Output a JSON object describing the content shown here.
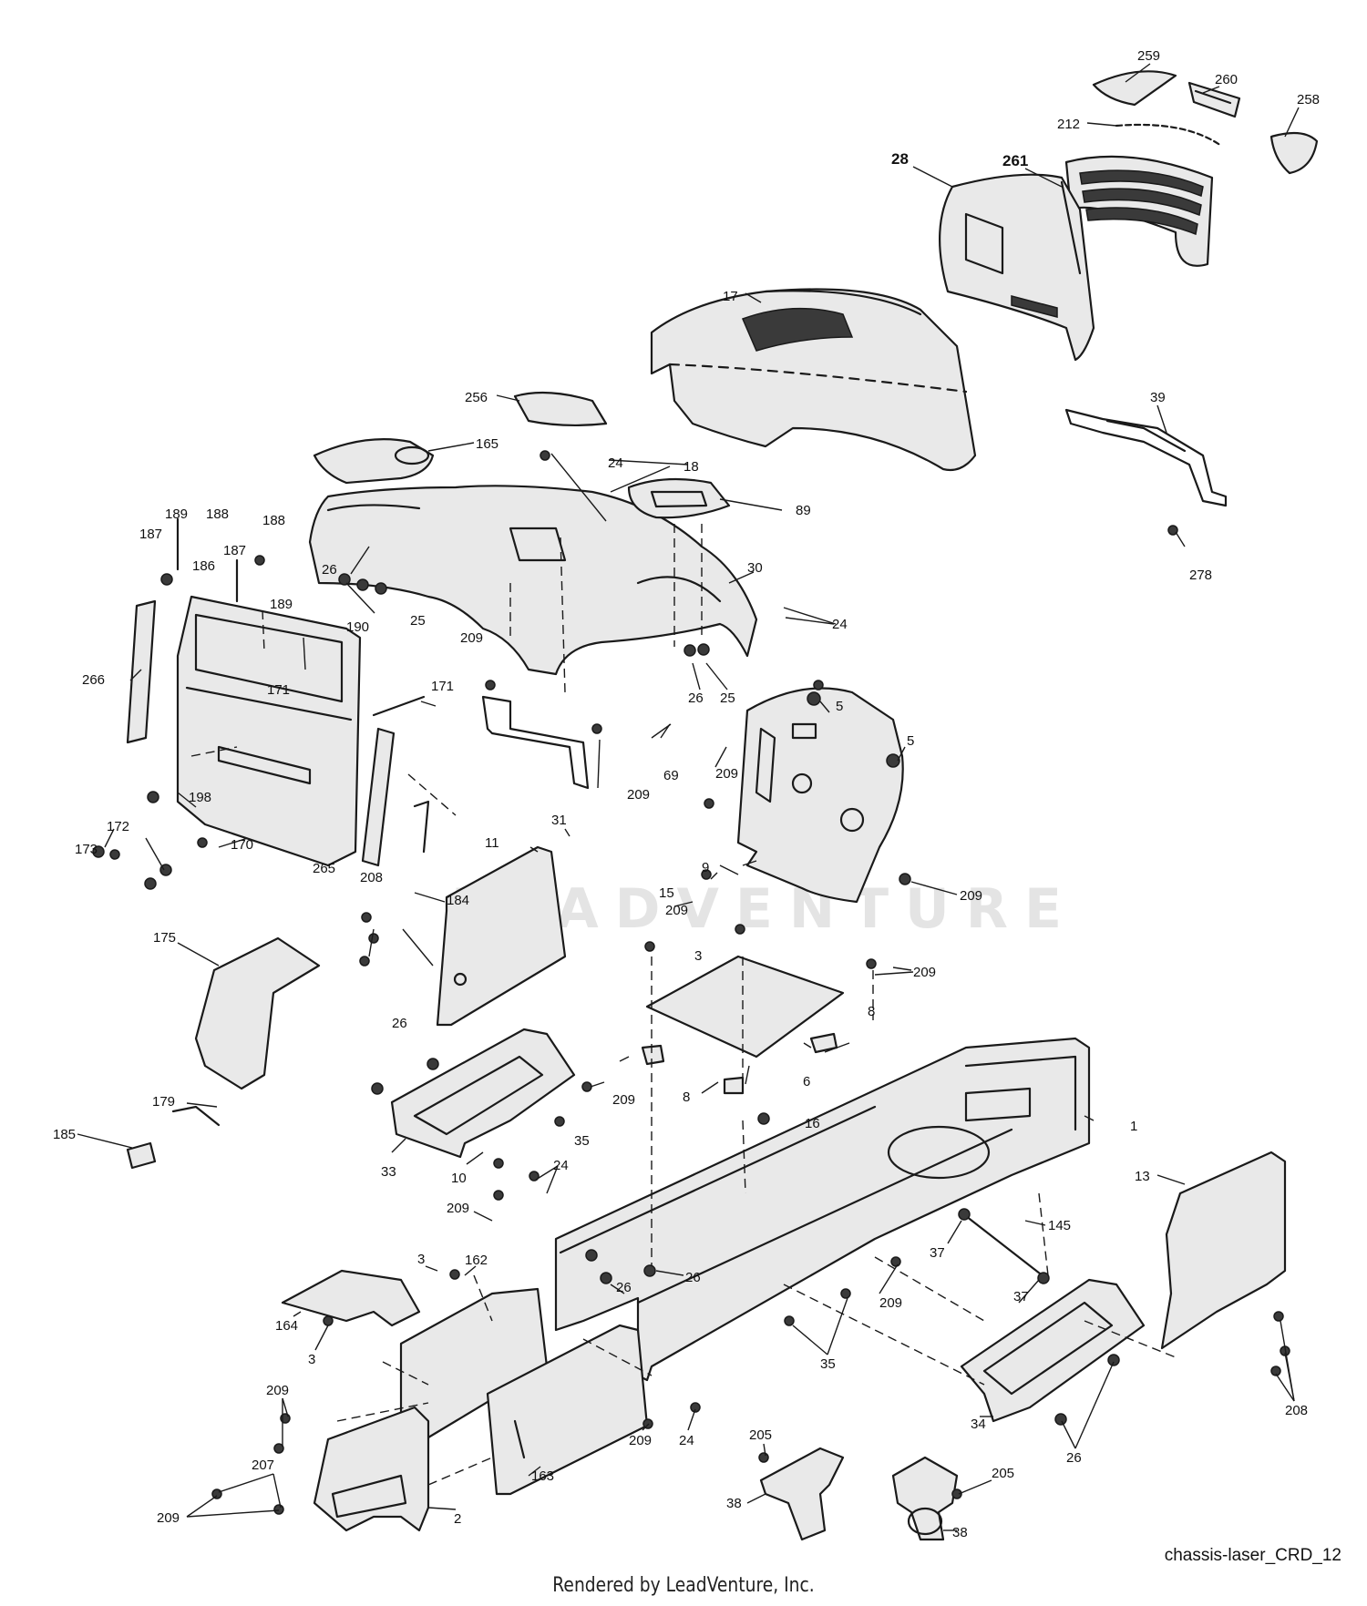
{
  "watermark": "LEADVENTURE",
  "diagram_code": "chassis-laser_CRD_12",
  "render_credit": "Rendered by LeadVenture, Inc.",
  "callouts": [
    {
      "id": "c259",
      "text": "259"
    },
    {
      "id": "c260",
      "text": "260"
    },
    {
      "id": "c258",
      "text": "258"
    },
    {
      "id": "c212",
      "text": "212"
    },
    {
      "id": "c28",
      "text": "28"
    },
    {
      "id": "c261",
      "text": "261"
    },
    {
      "id": "c17",
      "text": "17"
    },
    {
      "id": "c39",
      "text": "39"
    },
    {
      "id": "c256",
      "text": "256"
    },
    {
      "id": "c165",
      "text": "165"
    },
    {
      "id": "c24a",
      "text": "24"
    },
    {
      "id": "c18",
      "text": "18"
    },
    {
      "id": "c89",
      "text": "89"
    },
    {
      "id": "c278",
      "text": "278"
    },
    {
      "id": "c189a",
      "text": "189"
    },
    {
      "id": "c188a",
      "text": "188"
    },
    {
      "id": "c187a",
      "text": "187"
    },
    {
      "id": "c186",
      "text": "186"
    },
    {
      "id": "c187b",
      "text": "187"
    },
    {
      "id": "c188b",
      "text": "188"
    },
    {
      "id": "c189b",
      "text": "189"
    },
    {
      "id": "c26a",
      "text": "26"
    },
    {
      "id": "c25a",
      "text": "25"
    },
    {
      "id": "c30",
      "text": "30"
    },
    {
      "id": "c24b",
      "text": "24"
    },
    {
      "id": "c190",
      "text": "190"
    },
    {
      "id": "c266",
      "text": "266"
    },
    {
      "id": "c171a",
      "text": "171"
    },
    {
      "id": "c171b",
      "text": "171"
    },
    {
      "id": "c209a",
      "text": "209"
    },
    {
      "id": "c26b",
      "text": "26"
    },
    {
      "id": "c25b",
      "text": "25"
    },
    {
      "id": "c5a",
      "text": "5"
    },
    {
      "id": "c5b",
      "text": "5"
    },
    {
      "id": "c69",
      "text": "69"
    },
    {
      "id": "c209b",
      "text": "209"
    },
    {
      "id": "c209c",
      "text": "209"
    },
    {
      "id": "c198",
      "text": "198"
    },
    {
      "id": "c172",
      "text": "172"
    },
    {
      "id": "c173",
      "text": "173"
    },
    {
      "id": "c170",
      "text": "170"
    },
    {
      "id": "c31",
      "text": "31"
    },
    {
      "id": "c184",
      "text": "184"
    },
    {
      "id": "c265",
      "text": "265"
    },
    {
      "id": "c11",
      "text": "11"
    },
    {
      "id": "c9",
      "text": "9"
    },
    {
      "id": "c15",
      "text": "15"
    },
    {
      "id": "c209d",
      "text": "209"
    },
    {
      "id": "c208a",
      "text": "208"
    },
    {
      "id": "c209e",
      "text": "209"
    },
    {
      "id": "c175",
      "text": "175"
    },
    {
      "id": "c3a",
      "text": "3"
    },
    {
      "id": "c209f",
      "text": "209"
    },
    {
      "id": "c8a",
      "text": "8"
    },
    {
      "id": "c26c",
      "text": "26"
    },
    {
      "id": "c6",
      "text": "6"
    },
    {
      "id": "c209g",
      "text": "209"
    },
    {
      "id": "c8b",
      "text": "8"
    },
    {
      "id": "c35a",
      "text": "35"
    },
    {
      "id": "c16",
      "text": "16"
    },
    {
      "id": "c1",
      "text": "1"
    },
    {
      "id": "c179",
      "text": "179"
    },
    {
      "id": "c185",
      "text": "185"
    },
    {
      "id": "c33",
      "text": "33"
    },
    {
      "id": "c10",
      "text": "10"
    },
    {
      "id": "c24c",
      "text": "24"
    },
    {
      "id": "c13",
      "text": "13"
    },
    {
      "id": "c209h",
      "text": "209"
    },
    {
      "id": "c145",
      "text": "145"
    },
    {
      "id": "c3b",
      "text": "3"
    },
    {
      "id": "c162",
      "text": "162"
    },
    {
      "id": "c26d",
      "text": "26"
    },
    {
      "id": "c37a",
      "text": "37"
    },
    {
      "id": "c164",
      "text": "164"
    },
    {
      "id": "c26e",
      "text": "26"
    },
    {
      "id": "c209i",
      "text": "209"
    },
    {
      "id": "c37b",
      "text": "37"
    },
    {
      "id": "c3c",
      "text": "3"
    },
    {
      "id": "c35b",
      "text": "35"
    },
    {
      "id": "c34",
      "text": "34"
    },
    {
      "id": "c208b",
      "text": "208"
    },
    {
      "id": "c209j",
      "text": "209"
    },
    {
      "id": "c205a",
      "text": "205"
    },
    {
      "id": "c26f",
      "text": "26"
    },
    {
      "id": "c207",
      "text": "207"
    },
    {
      "id": "c209k",
      "text": "209"
    },
    {
      "id": "c24d",
      "text": "24"
    },
    {
      "id": "c163",
      "text": "163"
    },
    {
      "id": "c38a",
      "text": "38"
    },
    {
      "id": "c205b",
      "text": "205"
    },
    {
      "id": "c209l",
      "text": "209"
    },
    {
      "id": "c2",
      "text": "2"
    },
    {
      "id": "c38b",
      "text": "38"
    }
  ]
}
